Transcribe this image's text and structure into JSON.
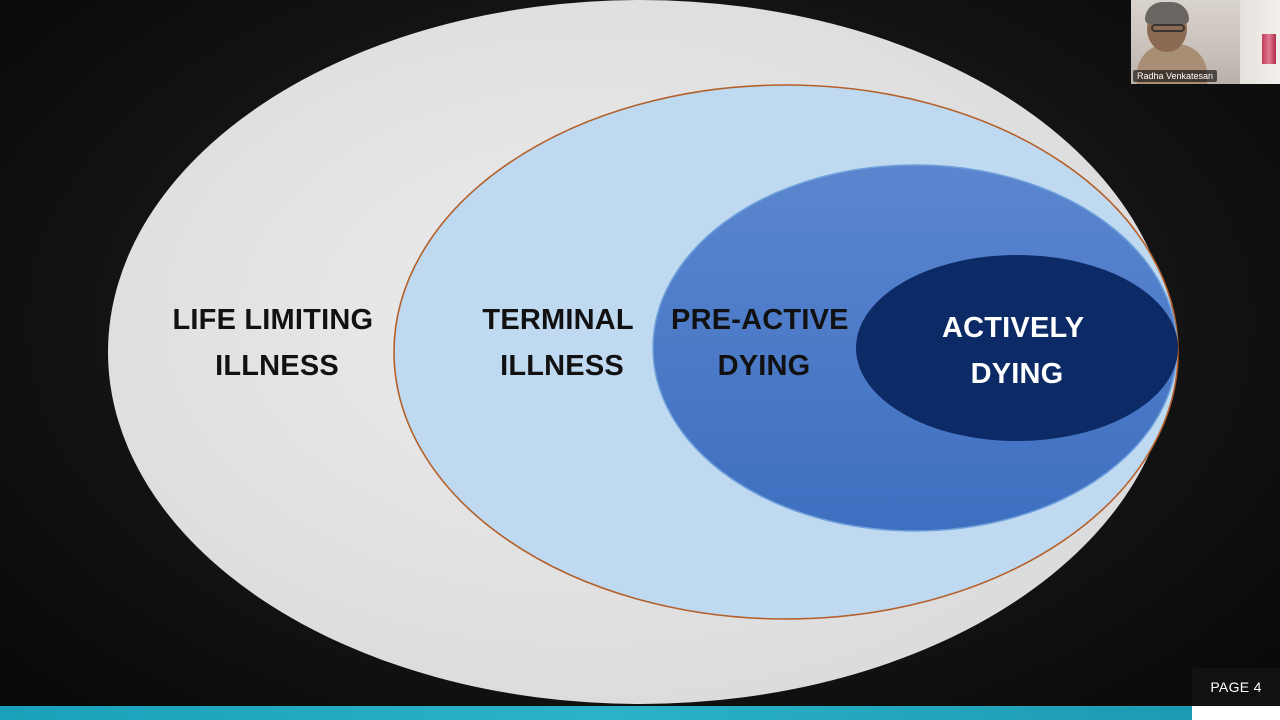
{
  "slide": {
    "circles": [
      {
        "id": "life-limiting",
        "lines": [
          "LIFE LIMITING",
          "ILLNESS"
        ],
        "fill": "#e6e6e6"
      },
      {
        "id": "terminal",
        "lines": [
          "TERMINAL",
          "ILLNESS"
        ],
        "fill": "#bcd8f0",
        "stroke": "#b5602a"
      },
      {
        "id": "pre-active",
        "lines": [
          "PRE-ACTIVE",
          "DYING"
        ],
        "fill": "#4a7cc8"
      },
      {
        "id": "actively",
        "lines": [
          "ACTIVELY",
          "DYING"
        ],
        "fill": "#0a2a66"
      }
    ]
  },
  "video_tile": {
    "participant_name": "Radha Venkatesan"
  },
  "footer": {
    "page_label": "PAGE 4",
    "accent_color": "#1aa0b8"
  }
}
